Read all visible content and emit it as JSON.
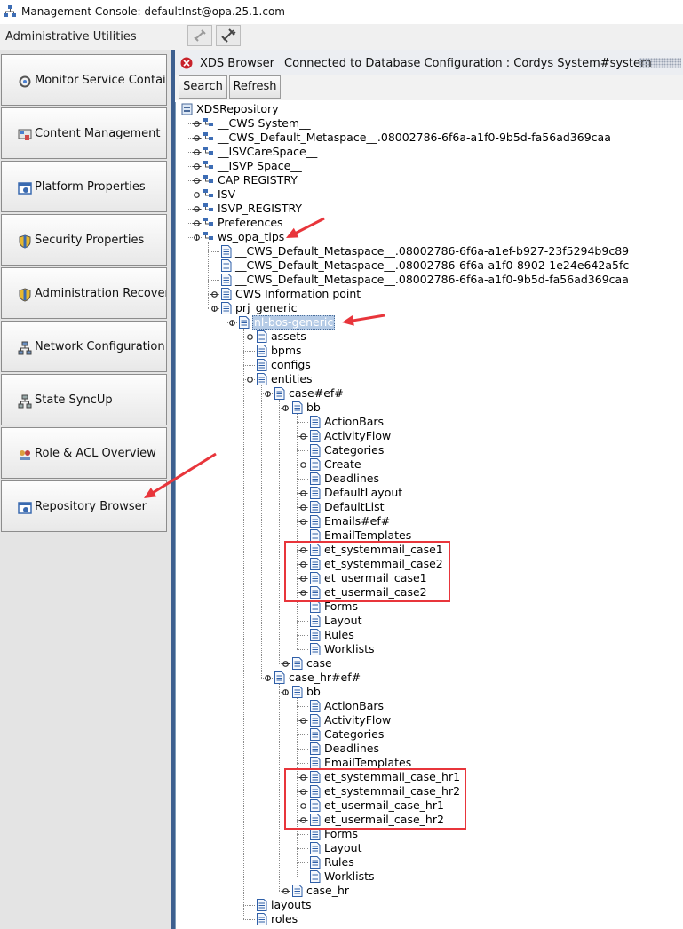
{
  "window": {
    "title": "Management Console: defaultInst@opa.25.1.com",
    "icon": "network-tree-icon"
  },
  "utility_bar": {
    "label": "Administrative Utilities",
    "buttons": [
      {
        "icon": "refresh-icon"
      },
      {
        "icon": "plugin-icon"
      }
    ]
  },
  "sidebar": {
    "items": [
      {
        "label": "Monitor Service Containers",
        "icon": "monitor-gear-icon"
      },
      {
        "label": "Content Management",
        "icon": "content-icon"
      },
      {
        "label": "Platform Properties",
        "icon": "platform-icon"
      },
      {
        "label": "Security Properties",
        "icon": "shield-icon"
      },
      {
        "label": "Administration Recovery",
        "icon": "recovery-shield-icon"
      },
      {
        "label": "Network Configuration",
        "icon": "network-icon"
      },
      {
        "label": "State SyncUp",
        "icon": "sync-icon"
      },
      {
        "label": "Role & ACL Overview",
        "icon": "role-icon"
      },
      {
        "label": "Repository Browser",
        "icon": "repository-icon"
      }
    ]
  },
  "browser": {
    "title": "XDS Browser",
    "connection": "Connected to Database Configuration : Cordys System#system",
    "search_label": "Search",
    "refresh_label": "Refresh"
  },
  "tree": [
    {
      "label": "XDSRepository",
      "depth": 0,
      "toggle": "none",
      "icon": "root",
      "selected": false
    },
    {
      "label": "__CWS System__",
      "depth": 1,
      "toggle": "collapsed",
      "icon": "folder",
      "selected": false
    },
    {
      "label": "__CWS_Default_Metaspace__.08002786-6f6a-a1f0-9b5d-fa56ad369caa",
      "depth": 1,
      "toggle": "collapsed",
      "icon": "folder",
      "selected": false
    },
    {
      "label": "__ISVCareSpace__",
      "depth": 1,
      "toggle": "collapsed",
      "icon": "folder",
      "selected": false
    },
    {
      "label": "__ISVP Space__",
      "depth": 1,
      "toggle": "collapsed",
      "icon": "folder",
      "selected": false
    },
    {
      "label": "CAP REGISTRY",
      "depth": 1,
      "toggle": "collapsed",
      "icon": "folder",
      "selected": false
    },
    {
      "label": "ISV",
      "depth": 1,
      "toggle": "collapsed",
      "icon": "folder",
      "selected": false
    },
    {
      "label": "ISVP_REGISTRY",
      "depth": 1,
      "toggle": "collapsed",
      "icon": "folder",
      "selected": false
    },
    {
      "label": "Preferences",
      "depth": 1,
      "toggle": "collapsed",
      "icon": "folder",
      "selected": false
    },
    {
      "label": "ws_opa_tips",
      "depth": 1,
      "toggle": "expanded",
      "icon": "folder",
      "selected": false
    },
    {
      "label": "__CWS_Default_Metaspace__.08002786-6f6a-a1ef-b927-23f5294b9c89",
      "depth": 2,
      "toggle": "none",
      "icon": "doc",
      "selected": false
    },
    {
      "label": "__CWS_Default_Metaspace__.08002786-6f6a-a1f0-8902-1e24e642a5fc",
      "depth": 2,
      "toggle": "none",
      "icon": "doc",
      "selected": false
    },
    {
      "label": "__CWS_Default_Metaspace__.08002786-6f6a-a1f0-9b5d-fa56ad369caa",
      "depth": 2,
      "toggle": "none",
      "icon": "doc",
      "selected": false
    },
    {
      "label": "CWS Information point",
      "depth": 2,
      "toggle": "collapsed",
      "icon": "doc",
      "selected": false
    },
    {
      "label": "prj_generic",
      "depth": 2,
      "toggle": "expanded",
      "icon": "doc",
      "selected": false
    },
    {
      "label": "nl-bos-generic",
      "depth": 3,
      "toggle": "expanded",
      "icon": "doc",
      "selected": true
    },
    {
      "label": "assets",
      "depth": 4,
      "toggle": "collapsed",
      "icon": "doc",
      "selected": false
    },
    {
      "label": "bpms",
      "depth": 4,
      "toggle": "none",
      "icon": "doc",
      "selected": false
    },
    {
      "label": "configs",
      "depth": 4,
      "toggle": "none",
      "icon": "doc",
      "selected": false
    },
    {
      "label": "entities",
      "depth": 4,
      "toggle": "expanded",
      "icon": "doc",
      "selected": false
    },
    {
      "label": "case#ef#",
      "depth": 5,
      "toggle": "expanded",
      "icon": "doc",
      "selected": false
    },
    {
      "label": "bb",
      "depth": 6,
      "toggle": "expanded",
      "icon": "doc",
      "selected": false
    },
    {
      "label": "ActionBars",
      "depth": 7,
      "toggle": "none",
      "icon": "doc",
      "selected": false
    },
    {
      "label": "ActivityFlow",
      "depth": 7,
      "toggle": "collapsed",
      "icon": "doc",
      "selected": false
    },
    {
      "label": "Categories",
      "depth": 7,
      "toggle": "none",
      "icon": "doc",
      "selected": false
    },
    {
      "label": "Create",
      "depth": 7,
      "toggle": "collapsed",
      "icon": "doc",
      "selected": false
    },
    {
      "label": "Deadlines",
      "depth": 7,
      "toggle": "none",
      "icon": "doc",
      "selected": false
    },
    {
      "label": "DefaultLayout",
      "depth": 7,
      "toggle": "collapsed",
      "icon": "doc",
      "selected": false
    },
    {
      "label": "DefaultList",
      "depth": 7,
      "toggle": "collapsed",
      "icon": "doc",
      "selected": false
    },
    {
      "label": "Emails#ef#",
      "depth": 7,
      "toggle": "collapsed",
      "icon": "doc",
      "selected": false
    },
    {
      "label": "EmailTemplates",
      "depth": 7,
      "toggle": "none",
      "icon": "doc",
      "selected": false
    },
    {
      "label": "et_systemmail_case1",
      "depth": 7,
      "toggle": "collapsed",
      "icon": "doc",
      "selected": false
    },
    {
      "label": "et_systemmail_case2",
      "depth": 7,
      "toggle": "collapsed",
      "icon": "doc",
      "selected": false
    },
    {
      "label": "et_usermail_case1",
      "depth": 7,
      "toggle": "collapsed",
      "icon": "doc",
      "selected": false
    },
    {
      "label": "et_usermail_case2",
      "depth": 7,
      "toggle": "collapsed",
      "icon": "doc",
      "selected": false
    },
    {
      "label": "Forms",
      "depth": 7,
      "toggle": "none",
      "icon": "doc",
      "selected": false
    },
    {
      "label": "Layout",
      "depth": 7,
      "toggle": "none",
      "icon": "doc",
      "selected": false
    },
    {
      "label": "Rules",
      "depth": 7,
      "toggle": "none",
      "icon": "doc",
      "selected": false
    },
    {
      "label": "Worklists",
      "depth": 7,
      "toggle": "none",
      "icon": "doc",
      "selected": false
    },
    {
      "label": "case",
      "depth": 6,
      "toggle": "collapsed",
      "icon": "doc",
      "selected": false
    },
    {
      "label": "case_hr#ef#",
      "depth": 5,
      "toggle": "expanded",
      "icon": "doc",
      "selected": false
    },
    {
      "label": "bb",
      "depth": 6,
      "toggle": "expanded",
      "icon": "doc",
      "selected": false
    },
    {
      "label": "ActionBars",
      "depth": 7,
      "toggle": "none",
      "icon": "doc",
      "selected": false
    },
    {
      "label": "ActivityFlow",
      "depth": 7,
      "toggle": "collapsed",
      "icon": "doc",
      "selected": false
    },
    {
      "label": "Categories",
      "depth": 7,
      "toggle": "none",
      "icon": "doc",
      "selected": false
    },
    {
      "label": "Deadlines",
      "depth": 7,
      "toggle": "none",
      "icon": "doc",
      "selected": false
    },
    {
      "label": "EmailTemplates",
      "depth": 7,
      "toggle": "none",
      "icon": "doc",
      "selected": false
    },
    {
      "label": "et_systemmail_case_hr1",
      "depth": 7,
      "toggle": "collapsed",
      "icon": "doc",
      "selected": false
    },
    {
      "label": "et_systemmail_case_hr2",
      "depth": 7,
      "toggle": "collapsed",
      "icon": "doc",
      "selected": false
    },
    {
      "label": "et_usermail_case_hr1",
      "depth": 7,
      "toggle": "collapsed",
      "icon": "doc",
      "selected": false
    },
    {
      "label": "et_usermail_case_hr2",
      "depth": 7,
      "toggle": "collapsed",
      "icon": "doc",
      "selected": false
    },
    {
      "label": "Forms",
      "depth": 7,
      "toggle": "none",
      "icon": "doc",
      "selected": false
    },
    {
      "label": "Layout",
      "depth": 7,
      "toggle": "none",
      "icon": "doc",
      "selected": false
    },
    {
      "label": "Rules",
      "depth": 7,
      "toggle": "none",
      "icon": "doc",
      "selected": false
    },
    {
      "label": "Worklists",
      "depth": 7,
      "toggle": "none",
      "icon": "doc",
      "selected": false
    },
    {
      "label": "case_hr",
      "depth": 6,
      "toggle": "collapsed",
      "icon": "doc",
      "selected": false
    },
    {
      "label": "layouts",
      "depth": 4,
      "toggle": "none",
      "icon": "doc",
      "selected": false
    },
    {
      "label": "roles",
      "depth": 4,
      "toggle": "none",
      "icon": "doc",
      "selected": false
    }
  ],
  "annotations": {
    "color": "#e8353b"
  },
  "colors": {
    "accent": "#3d5f8f",
    "selection": "#b5cbe6",
    "annotation": "#e8353b"
  }
}
